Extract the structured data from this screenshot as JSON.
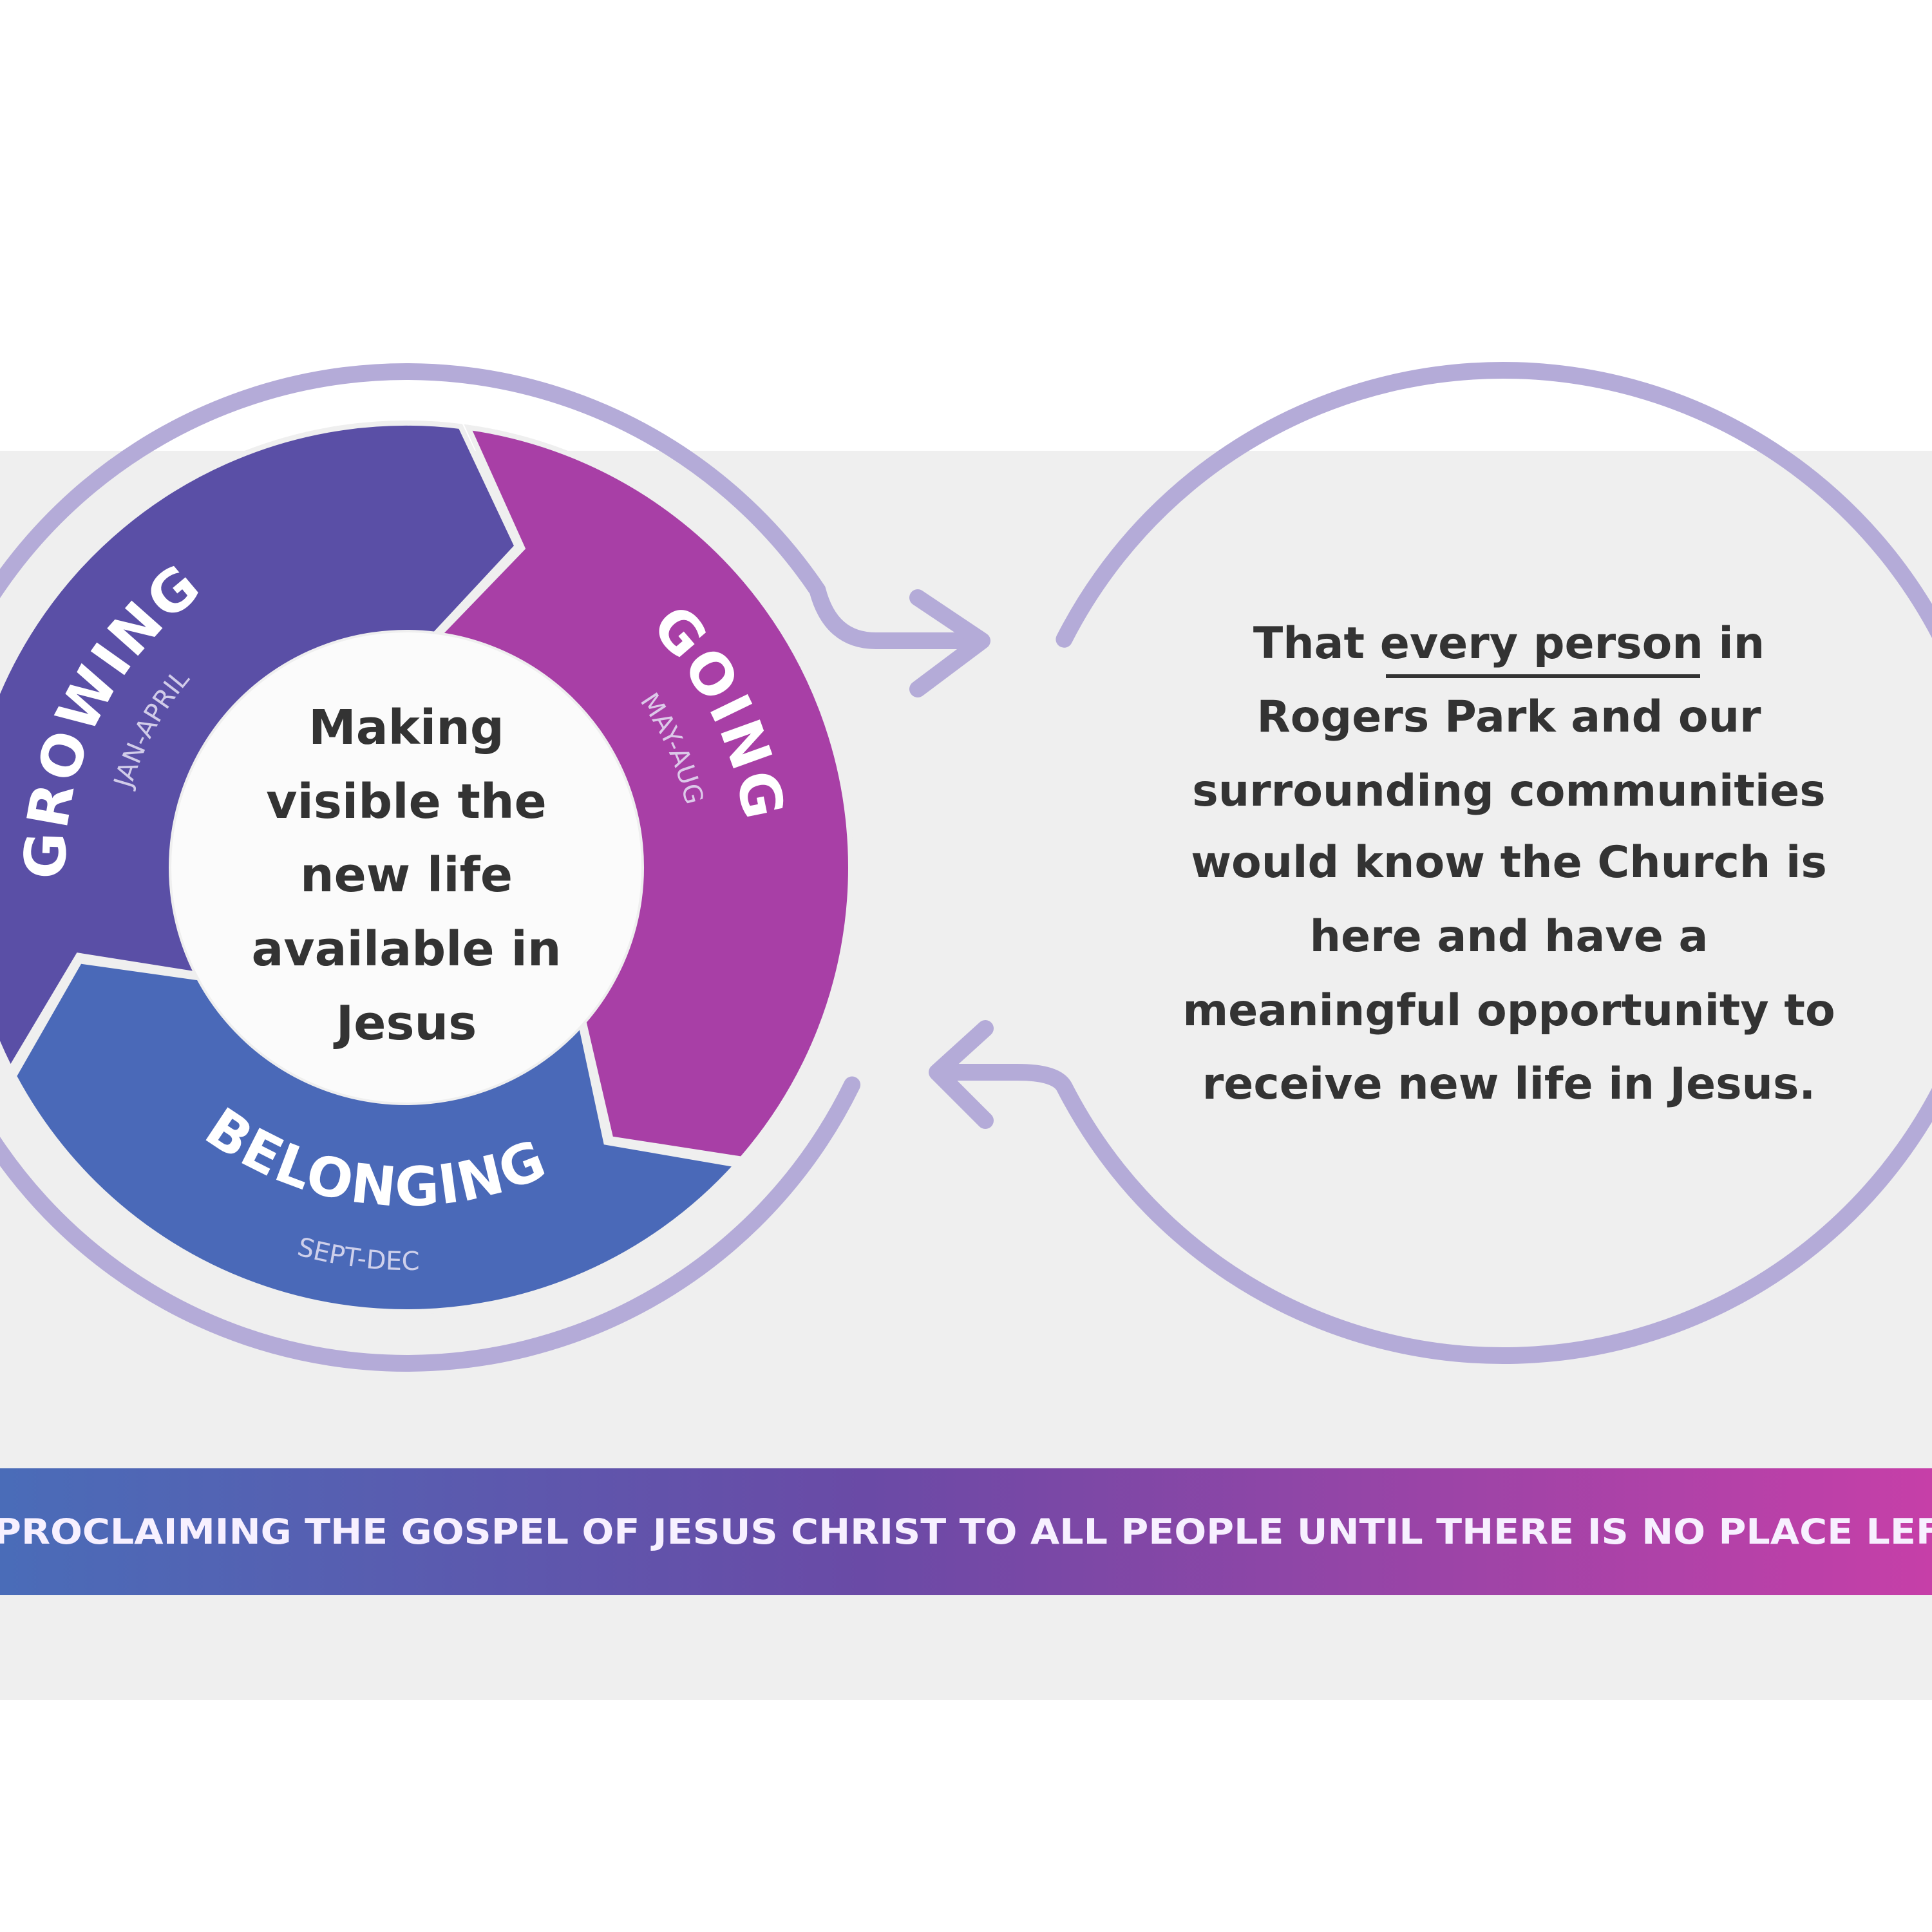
{
  "colors": {
    "growing": "#5a4fa6",
    "going": "#a83fa6",
    "belonging": "#4a69b8",
    "ring": "#b4abd8",
    "panel": "#efefef",
    "banner_start": "#4a6cb8",
    "banner_mid": "#6a4aa6",
    "banner_end": "#c63fa8"
  },
  "cycle": {
    "segments": [
      {
        "label": "GROWING",
        "period": "JAN-APRIL"
      },
      {
        "label": "GOING",
        "period": "MAY-AUG"
      },
      {
        "label": "BELONGING",
        "period": "SEPT-DEC"
      }
    ],
    "center_lines": [
      "Making",
      "visible the",
      "new life",
      "available in",
      "Jesus"
    ]
  },
  "vision": {
    "line1_pre": "That ",
    "line1_underlined": "every person",
    "line1_post": " in",
    "lines": [
      "Rogers Park and our",
      "surrounding communities",
      "would know the Church is",
      "here and have a",
      "meaningful opportunity to",
      "receive new life in Jesus."
    ]
  },
  "banner": {
    "text": "PROCLAIMING THE GOSPEL OF JESUS CHRIST TO ALL PEOPLE UNTIL THERE IS NO PLACE LEF"
  },
  "icons": {
    "forward_arrow": "arrow-right-icon",
    "return_arrow": "arrow-left-icon"
  }
}
